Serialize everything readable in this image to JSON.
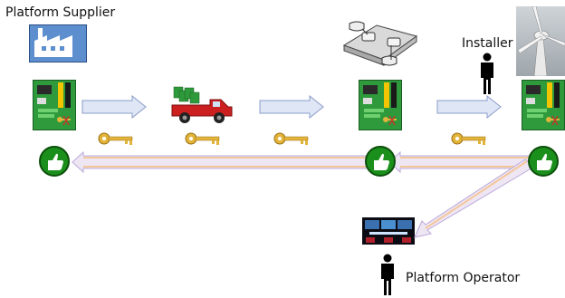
{
  "labels": {
    "supplier": "Platform Supplier",
    "installer": "Installer",
    "operator": "Platform Operator"
  },
  "nodes": {
    "boards": [
      "board-supplier",
      "board-middle",
      "board-installer"
    ],
    "thumbs": [
      "thumb-supplier",
      "thumb-middle",
      "thumb-installer"
    ],
    "keys": [
      "key-1",
      "key-2",
      "key-3",
      "key-4"
    ]
  },
  "colors": {
    "board_green": "#2e9a3b",
    "arrow_fill": "#dfe6f5",
    "arrow_stroke": "#8a9cc9",
    "thumb_green": "#1b8f1b",
    "factory_blue": "#3e6fb0",
    "truck_red": "#cc1f1f",
    "key_gold": "#e2b43a",
    "return_orange": "#f3c79a",
    "return_purple": "#b9a8d9"
  },
  "icons": {
    "factory": "factory-icon",
    "truck": "truck-icon",
    "machine": "industrial-machine-icon",
    "turbine": "wind-turbine-photo",
    "person": "person-icon",
    "screen": "operator-display-icon"
  }
}
